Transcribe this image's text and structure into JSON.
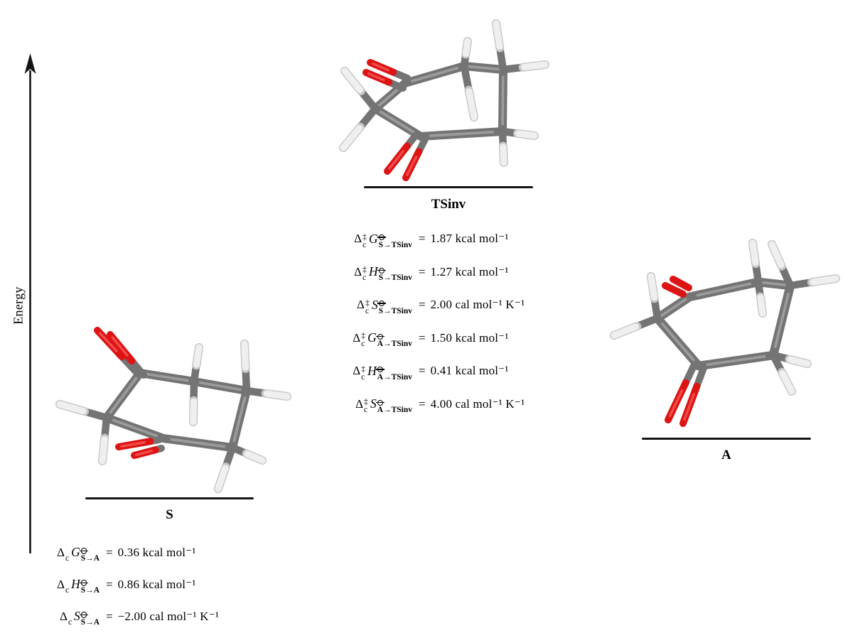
{
  "figure": {
    "energy_axis_label": "Energy",
    "species": [
      {
        "id": "tsinv",
        "label": "TSinv"
      },
      {
        "id": "s",
        "label": "S"
      },
      {
        "id": "a",
        "label": "A"
      }
    ],
    "notation": {
      "delta": "Δ",
      "double_dagger": "‡",
      "concentration_subscript": "c",
      "equals": "=",
      "standard_state_icon": "plimsoll-circle-with-bar"
    },
    "equations": {
      "tsinv": [
        {
          "activation": true,
          "symbol": "G",
          "transition": "S→TSinv",
          "rhs": "1.87 kcal mol⁻¹"
        },
        {
          "activation": true,
          "symbol": "H",
          "transition": "S→TSinv",
          "rhs": "1.27 kcal mol⁻¹"
        },
        {
          "activation": true,
          "symbol": "S",
          "transition": "S→TSinv",
          "rhs": "2.00 cal mol⁻¹ K⁻¹"
        },
        {
          "activation": true,
          "symbol": "G",
          "transition": "A→TSinv",
          "rhs": "1.50 kcal mol⁻¹"
        },
        {
          "activation": true,
          "symbol": "H",
          "transition": "A→TSinv",
          "rhs": "0.41 kcal mol⁻¹"
        },
        {
          "activation": true,
          "symbol": "S",
          "transition": "A→TSinv",
          "rhs": "4.00 cal mol⁻¹ K⁻¹"
        }
      ],
      "s": [
        {
          "activation": false,
          "symbol": "G",
          "transition": "S→A",
          "rhs": "0.36 kcal mol⁻¹"
        },
        {
          "activation": false,
          "symbol": "H",
          "transition": "S→A",
          "rhs": "0.86 kcal mol⁻¹"
        },
        {
          "activation": false,
          "symbol": "S",
          "transition": "S→A",
          "rhs": "−2.00 cal mol⁻¹ K⁻¹"
        }
      ]
    },
    "colors": {
      "carbon": "#747474",
      "carbon_highlight": "#9b9b9b",
      "hydrogen": "#efefef",
      "hydrogen_edge": "#c7c7c7",
      "oxygen": "#dc1414",
      "oxygen_highlight": "#f34b4b",
      "ink": "#141414"
    }
  }
}
